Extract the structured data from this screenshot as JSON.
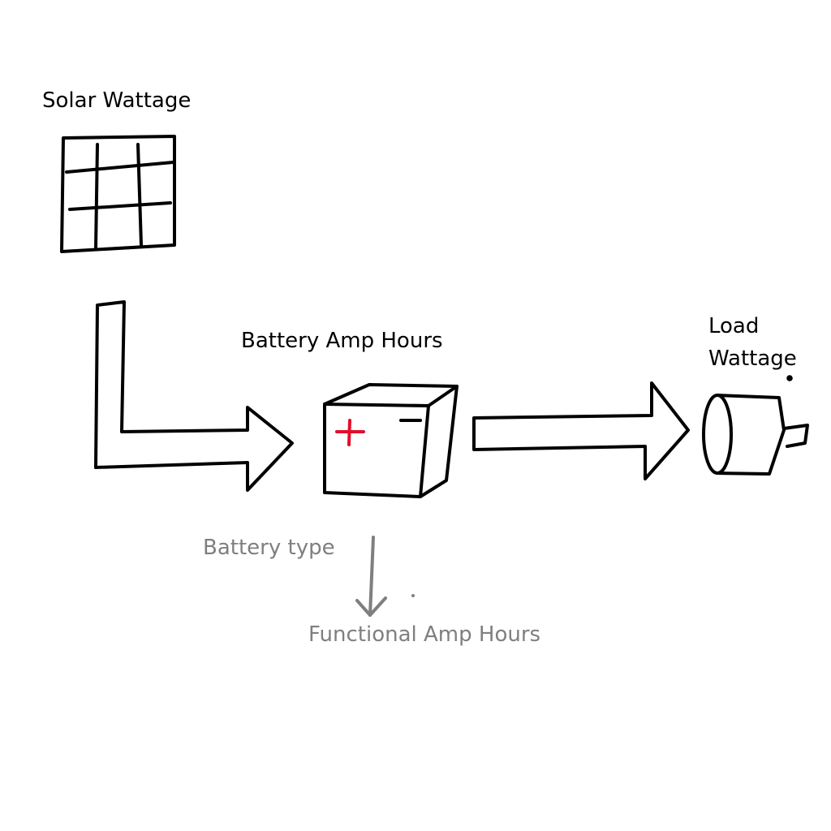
{
  "labels": {
    "solar": "Solar Wattage",
    "battery": "Battery Amp Hours",
    "load_line1": "Load",
    "load_line2": "Wattage",
    "battery_type": "Battery type",
    "functional": "Functional Amp Hours"
  },
  "battery_terminals": {
    "positive": "+",
    "negative": "−"
  },
  "icons": {
    "solar": "solar-panel-icon",
    "battery": "battery-icon",
    "load": "motor-icon"
  },
  "colors": {
    "ink": "#000000",
    "muted": "#7f7f7f",
    "positive": "#e0102a"
  }
}
